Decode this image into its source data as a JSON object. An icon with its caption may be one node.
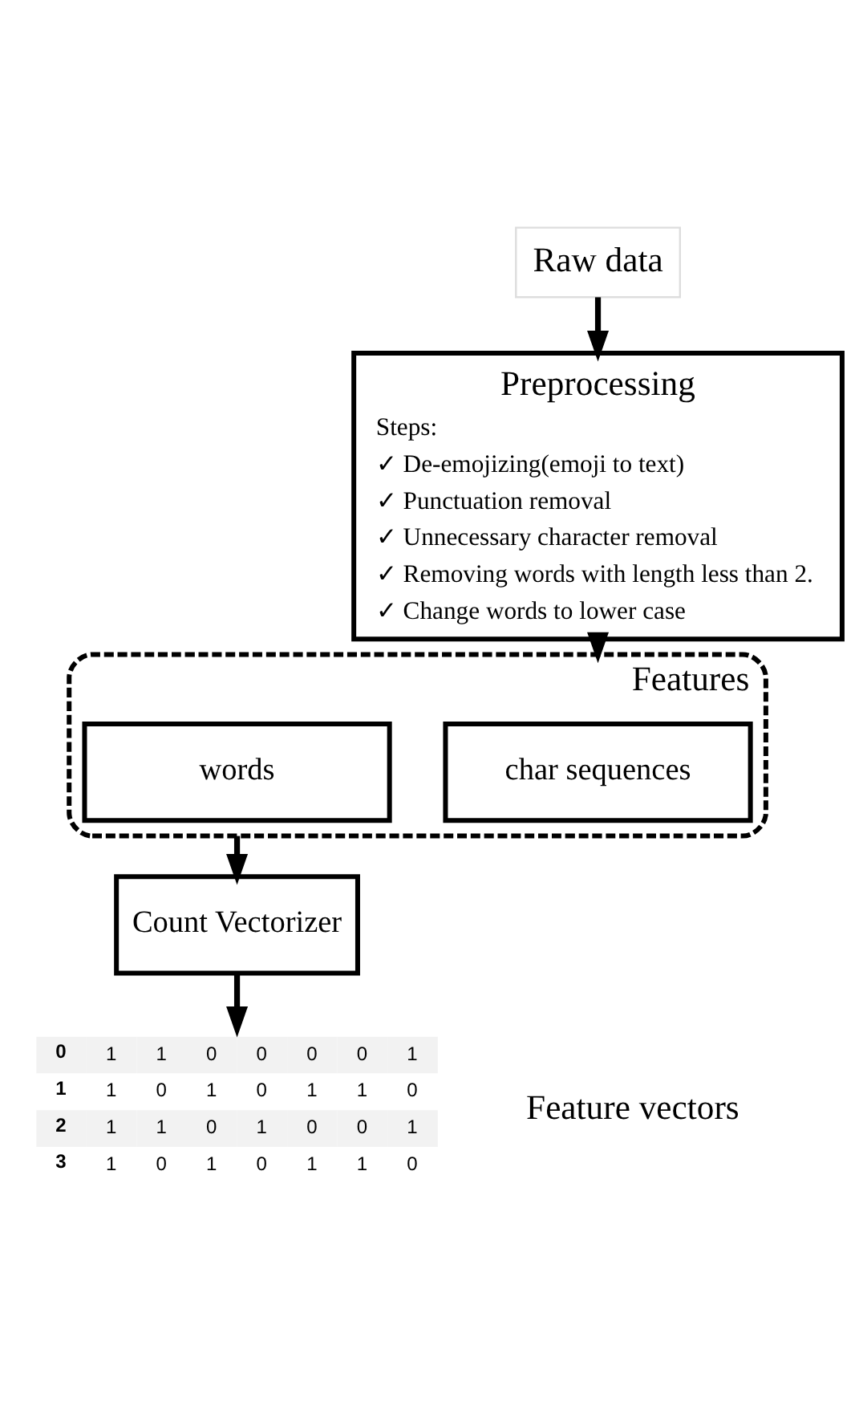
{
  "diagram": {
    "nodes": [
      {
        "text": [
          "Raw data"
        ]
      },
      {
        "text": [
          "Preprocessing",
          "Steps:",
          "✓ De-emojizing(emoji to text)",
          "✓ Punctuation removal",
          "✓ Unnecessary character removal",
          "✓ Removing words with length less than 2.",
          "✓ Change words to lower case"
        ]
      },
      {
        "text": [
          "Features"
        ]
      },
      {
        "text": [
          "char sequences"
        ],
        "in": 2
      },
      {
        "text": [
          "words"
        ],
        "in": 2
      },
      {
        "text": [
          "Count Vectorizer"
        ]
      },
      {
        "text": [],
        "shape": "table",
        "beside": [
          "Feature vectors"
        ]
      }
    ],
    "edges": [
      {
        "from": 0,
        "to": 1,
        "arrow": "to"
      },
      {
        "from": 1,
        "to": 2,
        "arrow": "to"
      },
      {
        "from": 2,
        "to": 5,
        "arrow": "to"
      },
      {
        "from": 5,
        "to": 6,
        "arrow": "to"
      }
    ],
    "labels": [
      "0",
      "1",
      "1",
      "0",
      "0",
      "0",
      "0",
      "1",
      "1",
      "1",
      "0",
      "1",
      "0",
      "1",
      "1",
      "0",
      "2",
      "1",
      "1",
      "0",
      "1",
      "0",
      "0",
      "1",
      "3",
      "1",
      "0",
      "1",
      "0",
      "1",
      "1",
      "0"
    ]
  }
}
